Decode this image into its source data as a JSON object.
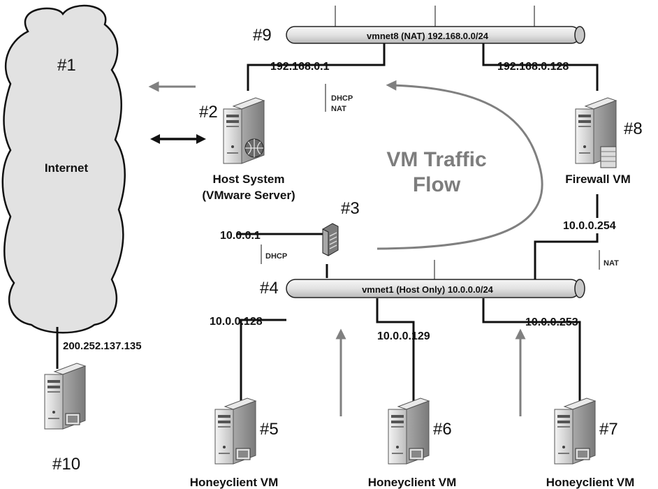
{
  "colors": {
    "line": "#111111",
    "arrow_gray": "#808080",
    "pipe_fill": "#e4e4e4",
    "server_fill": "#d8d8d8"
  },
  "internet": {
    "marker": "#1",
    "label": "Internet"
  },
  "nat_network": {
    "marker": "#9",
    "label": "vmnet8 (NAT) 192.168.0.0/24"
  },
  "host_network": {
    "marker": "#4",
    "label": "vmnet1 (Host Only) 10.0.0.0/24"
  },
  "host_system": {
    "marker": "#2",
    "name_line1": "Host System",
    "name_line2": "(VMware Server)",
    "nat_ip": "192.168.0.1",
    "host_ip": "10.0.0.1",
    "nat_services_line1": "DHCP",
    "nat_services_line2": "NAT",
    "host_service": "DHCP"
  },
  "switch": {
    "marker": "#3",
    "icon": "switch-icon"
  },
  "firewall": {
    "marker": "#8",
    "name": "Firewall VM",
    "nat_ip": "192.168.0.128",
    "host_ip": "10.0.0.254",
    "service": "NAT"
  },
  "traffic_flow": {
    "line1": "VM Traffic",
    "line2": "Flow"
  },
  "honeyclients": [
    {
      "marker": "#5",
      "name": "Honeyclient VM",
      "ip": "10.0.0.128"
    },
    {
      "marker": "#6",
      "name": "Honeyclient VM",
      "ip": "10.0.0.129"
    },
    {
      "marker": "#7",
      "name": "Honeyclient VM",
      "ip": "10.0.0.253"
    }
  ],
  "external_client": {
    "marker": "#10",
    "ip": "200.252.137.135"
  }
}
